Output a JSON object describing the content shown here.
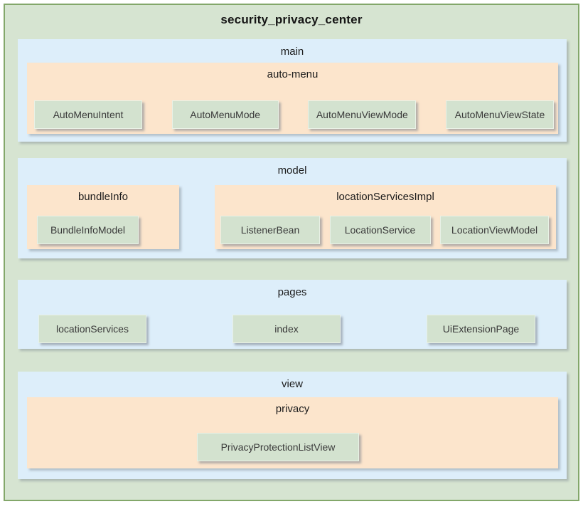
{
  "diagram": {
    "title": "security_privacy_center",
    "colors": {
      "outer_border": "#83a76a",
      "outer_fill": "#d6e4d1",
      "section_fill": "#ddeefa",
      "group_fill": "#fce5cc",
      "node_fill": "#d3e2cf",
      "title_text": "#151515",
      "node_text": "#3a3a3a"
    },
    "sections": [
      {
        "label": "main",
        "groups": [
          {
            "label": "auto-menu",
            "items": [
              "AutoMenuIntent",
              "AutoMenuMode",
              "AutoMenuViewMode",
              "AutoMenuViewState"
            ]
          }
        ]
      },
      {
        "label": "model",
        "groups": [
          {
            "label": "bundleInfo",
            "items": [
              "BundleInfoModel"
            ]
          },
          {
            "label": "locationServicesImpl",
            "items": [
              "ListenerBean",
              "LocationService",
              "LocationViewModel"
            ]
          }
        ]
      },
      {
        "label": "pages",
        "items": [
          "locationServices",
          "index",
          "UiExtensionPage"
        ]
      },
      {
        "label": "view",
        "groups": [
          {
            "label": "privacy",
            "items": [
              "PrivacyProtectionListView"
            ]
          }
        ]
      }
    ]
  }
}
